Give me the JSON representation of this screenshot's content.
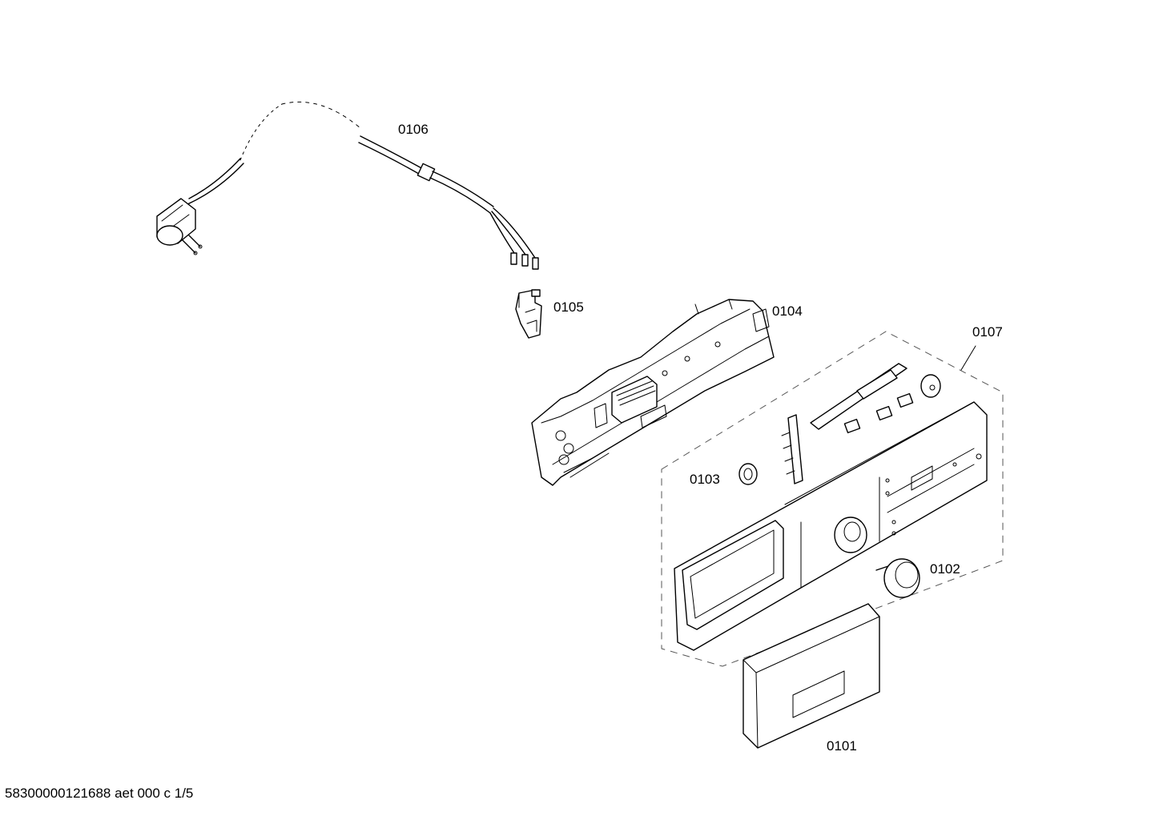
{
  "parts": [
    {
      "id": "0106",
      "label": "0106",
      "name": "mains-cable-with-plug"
    },
    {
      "id": "0105",
      "label": "0105",
      "name": "cable-clip"
    },
    {
      "id": "0104",
      "label": "0104",
      "name": "control-module-carrier"
    },
    {
      "id": "0107",
      "label": "0107",
      "name": "control-panel-assembly"
    },
    {
      "id": "0103",
      "label": "0103",
      "name": "knob-insert"
    },
    {
      "id": "0102",
      "label": "0102",
      "name": "program-selector-knob"
    },
    {
      "id": "0101",
      "label": "0101",
      "name": "detergent-drawer-handle"
    }
  ],
  "footer": "58300000121688 aet 000 c 1/5",
  "colors": {
    "line": "#000000",
    "dashed_group": "#555555",
    "background": "#ffffff"
  }
}
